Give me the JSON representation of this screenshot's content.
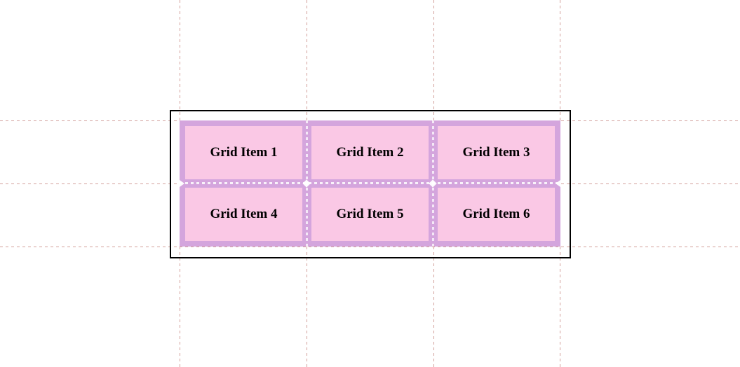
{
  "grid": {
    "items": [
      "Grid Item 1",
      "Grid Item 2",
      "Grid Item 3",
      "Grid Item 4",
      "Grid Item 5",
      "Grid Item 6"
    ],
    "columns": 3,
    "rows": 2
  },
  "colors": {
    "item_fill": "#fac8e5",
    "overlay_fill": "#d4a5dd",
    "container_border": "#000000",
    "guide_line": "#ba6c64",
    "gap_marker": "#ffffff",
    "item_text": "#000000",
    "page_background": "#ffffff"
  },
  "guides": {
    "vertical_x": [
      256,
      437,
      618,
      798
    ],
    "horizontal_y": [
      172,
      262,
      352
    ]
  }
}
